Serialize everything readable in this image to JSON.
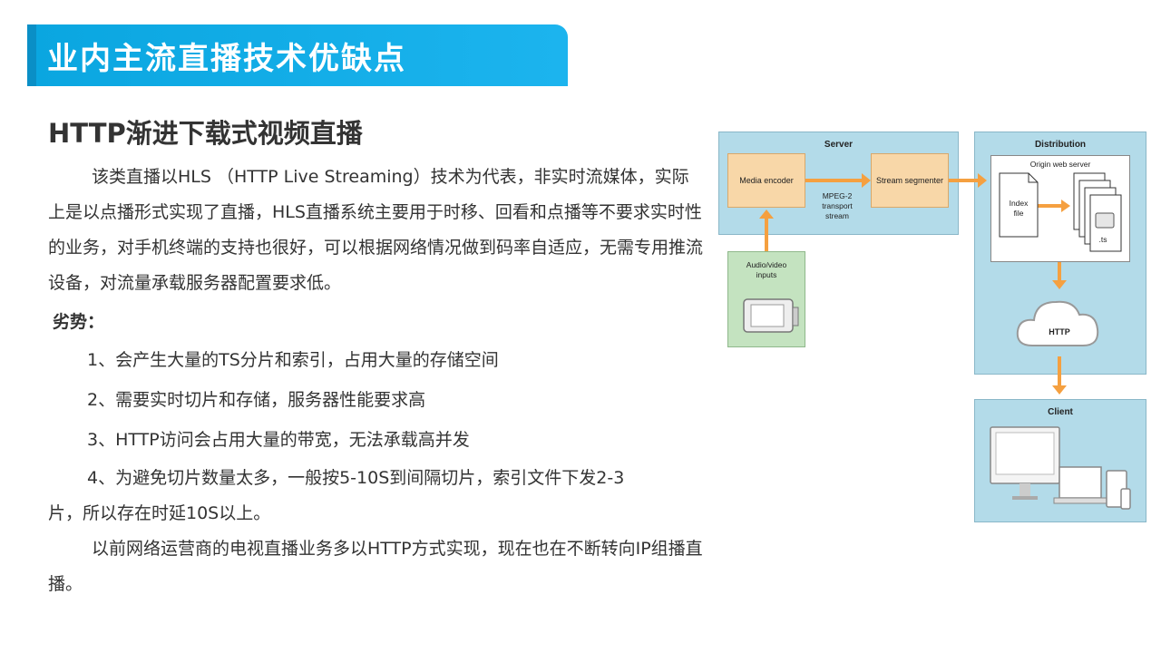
{
  "header": {
    "title": "业内主流直播技术优缺点"
  },
  "section": {
    "subtitle": "HTTP渐进下载式视频直播",
    "paragraph1": "该类直播以HLS （HTTP Live Streaming）技术为代表，非实时流媒体，实际上是以点播形式实现了直播，HLS直播系统主要用于时移、回看和点播等不要求实时性的业务，对手机终端的支持也很好，可以根据网络情况做到码率自适应，无需专用推流设备，对流量承载服务器配置要求低。",
    "weakness_label": "劣势：",
    "items": [
      "1、会产生大量的TS分片和索引，占用大量的存储空间",
      "2、需要实时切片和存储，服务器性能要求高",
      "3、HTTP访问会占用大量的带宽，无法承载高并发"
    ],
    "item4_line1": "4、为避免切片数量太多，一般按5-10S到间隔切片，索引文件下发2-3",
    "item4_line2": "片，所以存在时延10S以上。",
    "paragraph_last": "以前网络运营商的电视直播业务多以HTTP方式实现，现在也在不断转向IP组播直播。"
  },
  "diagram": {
    "server_label": "Server",
    "distribution_label": "Distribution",
    "client_label": "Client",
    "media_encoder": "Media encoder",
    "stream_segmenter": "Stream segmenter",
    "mpeg_line1": "MPEG-2",
    "mpeg_line2": "transport",
    "mpeg_line3": "stream",
    "inputs_line1": "Audio/video",
    "inputs_line2": "inputs",
    "origin_label": "Origin web server",
    "index_line1": "Index",
    "index_line2": "file",
    "ts_label": ".ts",
    "http_label": "HTTP",
    "colors": {
      "accent": "#1cb4ee",
      "arrow": "#f5a040",
      "panel": "#b3dbe9",
      "inputs": "#c4e3c0"
    }
  }
}
